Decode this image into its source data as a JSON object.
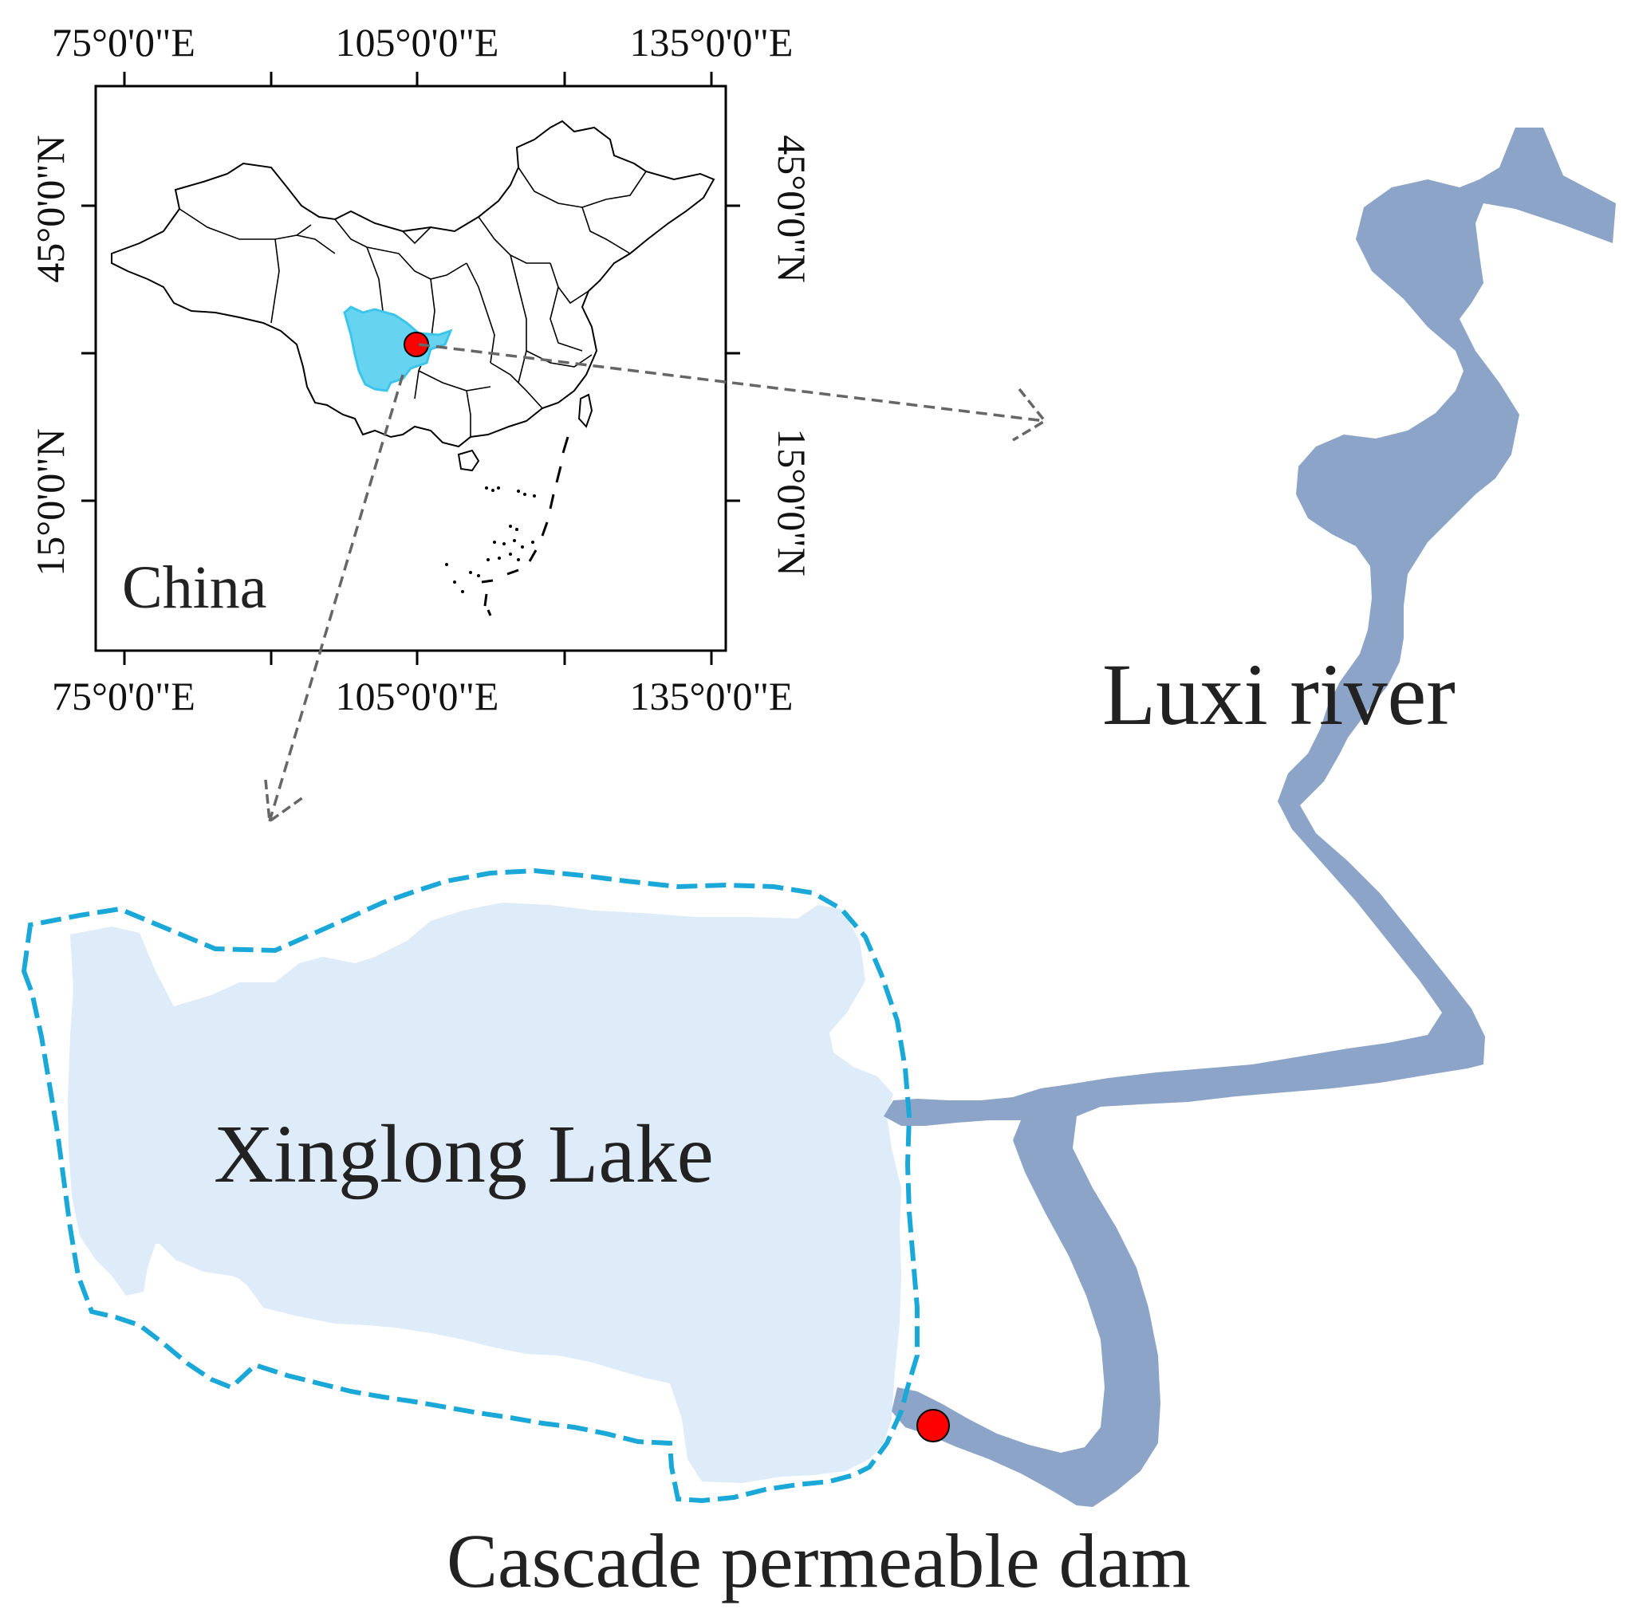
{
  "inset_map": {
    "country_label": "China",
    "top_axis_labels": [
      "75°0'0\"E",
      "105°0'0\"E",
      "135°0'0\"E"
    ],
    "bottom_axis_labels": [
      "75°0'0\"E",
      "105°0'0\"E",
      "135°0'0\"E"
    ],
    "left_axis_labels": [
      "45°0'0\"N",
      "15°0'0\"N"
    ],
    "right_axis_labels": [
      "45°0'0\"N",
      "15°0'0\"N"
    ],
    "highlight_color": "#66d3f0",
    "marker_color": "#ff0000"
  },
  "main_map": {
    "river_label": "Luxi river",
    "lake_label": "Xinglong Lake",
    "dam_label": "Cascade permeable dam",
    "river_color": "#8ba4c8",
    "lake_color": "#deebf8",
    "lake_boundary_color": "#1aa8d8",
    "dam_marker_color": "#ff0000"
  }
}
